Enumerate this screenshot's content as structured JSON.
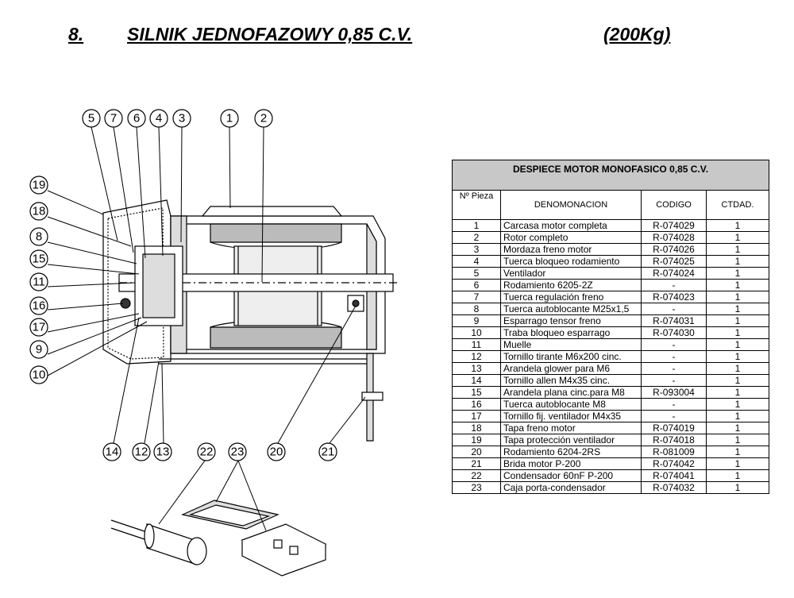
{
  "header": {
    "number": "8.",
    "title": "SILNIK JEDNOFAZOWY 0,85 C.V.",
    "weight": "(200Kg)"
  },
  "table": {
    "title": "DESPIECE MOTOR MONOFASICO 0,85 C.V.",
    "columns": {
      "num": "Nº Pieza",
      "name": "DENOMONACION",
      "code": "CODIGO",
      "qty": "CTDAD."
    },
    "rows": [
      {
        "num": "1",
        "name": "Carcasa motor completa",
        "code": "R-074029",
        "qty": "1"
      },
      {
        "num": "2",
        "name": "Rotor completo",
        "code": "R-074028",
        "qty": "1"
      },
      {
        "num": "3",
        "name": "Mordaza freno motor",
        "code": "R-074026",
        "qty": "1"
      },
      {
        "num": "4",
        "name": "Tuerca bloqueo rodamiento",
        "code": "R-074025",
        "qty": "1"
      },
      {
        "num": "5",
        "name": "Ventilador",
        "code": "R-074024",
        "qty": "1"
      },
      {
        "num": "6",
        "name": "Rodamiento 6205-2Z",
        "code": "-",
        "qty": "1"
      },
      {
        "num": "7",
        "name": "Tuerca regulación freno",
        "code": "R-074023",
        "qty": "1"
      },
      {
        "num": "8",
        "name": "Tuerca autoblocante M25x1,5",
        "code": "-",
        "qty": "1"
      },
      {
        "num": "9",
        "name": "Esparrago tensor freno",
        "code": "R-074031",
        "qty": "1"
      },
      {
        "num": "10",
        "name": "Traba bloqueo esparrago",
        "code": "R-074030",
        "qty": "1"
      },
      {
        "num": "11",
        "name": "Muelle",
        "code": "-",
        "qty": "1"
      },
      {
        "num": "12",
        "name": "Tornillo tirante M6x200 cinc.",
        "code": "-",
        "qty": "1"
      },
      {
        "num": "13",
        "name": "Arandela glower para M6",
        "code": "-",
        "qty": "1"
      },
      {
        "num": "14",
        "name": "Tornillo allen M4x35 cinc.",
        "code": "-",
        "qty": "1"
      },
      {
        "num": "15",
        "name": "Arandela plana cinc.para M8",
        "code": "R-093004",
        "qty": "1"
      },
      {
        "num": "16",
        "name": "Tuerca autoblocante M8",
        "code": "-",
        "qty": "1"
      },
      {
        "num": "17",
        "name": "Tornillo fij. ventilador M4x35",
        "code": "-",
        "qty": "1"
      },
      {
        "num": "18",
        "name": "Tapa freno motor",
        "code": "R-074019",
        "qty": "1"
      },
      {
        "num": "19",
        "name": "Tapa protección ventilador",
        "code": "R-074018",
        "qty": "1"
      },
      {
        "num": "20",
        "name": "Rodamiento 6204-2RS",
        "code": "R-081009",
        "qty": "1"
      },
      {
        "num": "21",
        "name": "Brida motor P-200",
        "code": "R-074042",
        "qty": "1"
      },
      {
        "num": "22",
        "name": "Condensador 60nF P-200",
        "code": "R-074041",
        "qty": "1"
      },
      {
        "num": "23",
        "name": "Caja porta-condensador",
        "code": "R-074032",
        "qty": "1"
      }
    ]
  },
  "callouts": [
    "1",
    "2",
    "3",
    "4",
    "5",
    "6",
    "7",
    "8",
    "9",
    "10",
    "11",
    "12",
    "13",
    "14",
    "15",
    "16",
    "17",
    "18",
    "19",
    "20",
    "21",
    "22",
    "23"
  ]
}
